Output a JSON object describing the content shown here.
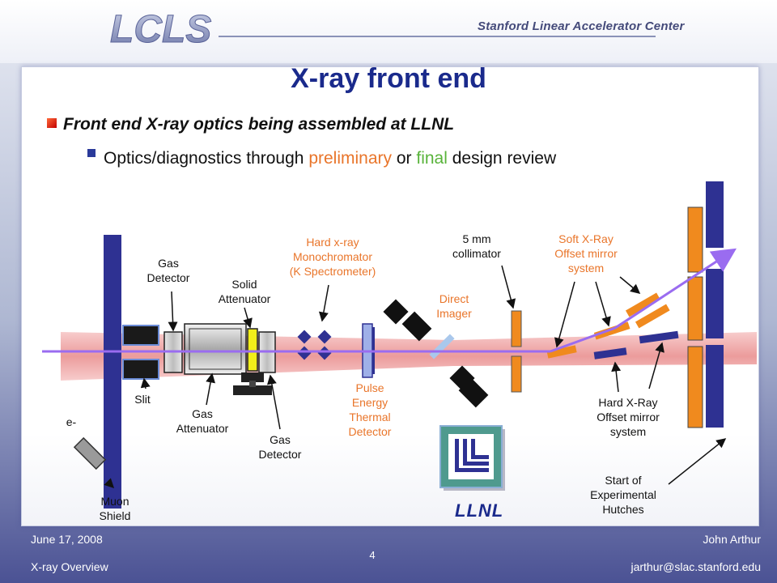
{
  "header": {
    "logo_text": "LCLS",
    "institution": "Stanford Linear Accelerator Center"
  },
  "slide": {
    "title": "X-ray front end",
    "bullet1": "Front end X-ray optics being assembled at LLNL",
    "bullet2_pre": "Optics/diagnostics through ",
    "bullet2_preliminary": "preliminary",
    "bullet2_mid": " or ",
    "bullet2_final": "final",
    "bullet2_post": " design review"
  },
  "labels": {
    "muon_1": "Muon",
    "muon_2": "Shield",
    "electron": "e-",
    "slit": "Slit",
    "gas_detector1_1": "Gas",
    "gas_detector1_2": "Detector",
    "gas_attenuator_1": "Gas",
    "gas_attenuator_2": "Attenuator",
    "solid_att_1": "Solid",
    "solid_att_2": "Attenuator",
    "gas_detector2_1": "Gas",
    "gas_detector2_2": "Detector",
    "mono_1": "Hard x-ray",
    "mono_2": "Monochromator",
    "mono_3": "(K Spectrometer)",
    "pulse_1": "Pulse",
    "pulse_2": "Energy",
    "pulse_3": "Thermal",
    "pulse_4": "Detector",
    "direct_1": "Direct",
    "direct_2": "Imager",
    "coll_1": "5 mm",
    "coll_2": "collimator",
    "soft_1": "Soft X-Ray",
    "soft_2": "Offset mirror",
    "soft_3": "system",
    "hard_1": "Hard X-Ray",
    "hard_2": "Offset mirror",
    "hard_3": "system",
    "start_1": "Start of",
    "start_2": "Experimental",
    "start_3": "Hutches",
    "llnl": "LLNL"
  },
  "footer": {
    "date": "June 17, 2008",
    "subject": "X-ray Overview",
    "page": "4",
    "author": "John Arthur",
    "email": "jarthur@slac.stanford.edu"
  },
  "colors": {
    "title_blue": "#1a2a8c",
    "preliminary_orange": "#e9752a",
    "final_green": "#58b33a",
    "beam_purple": "#9a6cf0",
    "mirror_orange": "#f08a1e",
    "mirror_navy": "#2e3192"
  }
}
